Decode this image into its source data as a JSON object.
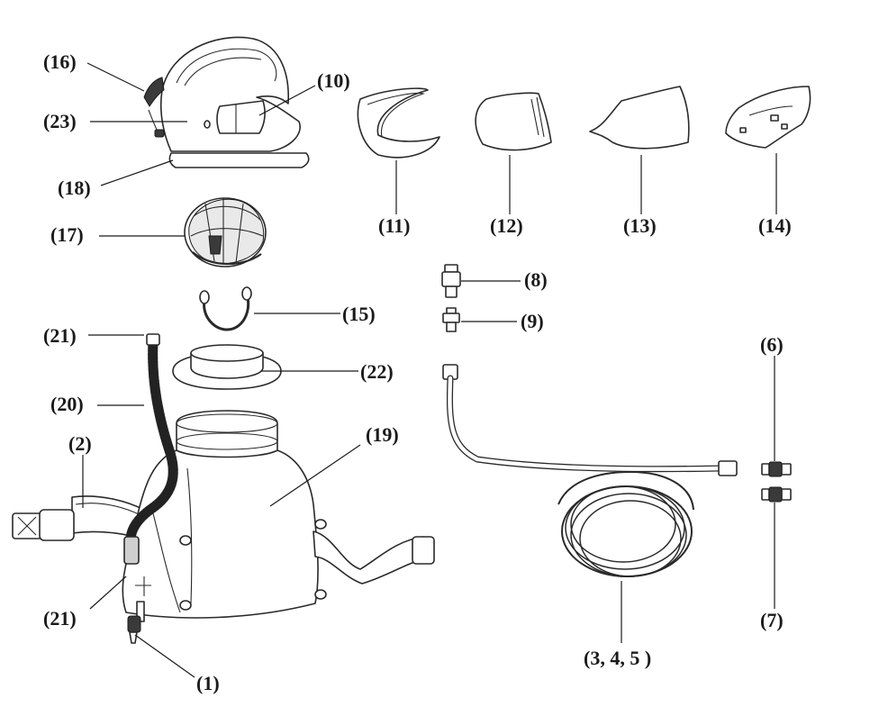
{
  "diagram": {
    "labels": {
      "l1": "(1)",
      "l2": "(2)",
      "l345": "(3, 4, 5 )",
      "l6": "(6)",
      "l7": "(7)",
      "l8": "(8)",
      "l9": "(9)",
      "l10": "(10)",
      "l11": "(11)",
      "l12": "(12)",
      "l13": "(13)",
      "l14": "(14)",
      "l15": "(15)",
      "l16": "(16)",
      "l17": "(17)",
      "l18": "(18)",
      "l19": "(19)",
      "l20": "(20)",
      "l21a": "(21)",
      "l21b": "(21)",
      "l22": "(22)",
      "l23": "(23)"
    },
    "colors": {
      "line": "#2a2a2a",
      "label": "#1a1a1a",
      "background": "#ffffff"
    }
  }
}
